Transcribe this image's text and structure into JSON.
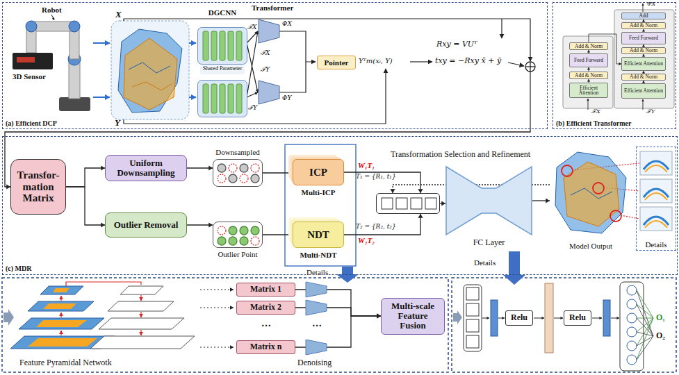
{
  "diagram": {
    "nodes": [
      {
        "text": [
          "(a) Efficient DCP"
        ]
      },
      {
        "text": [
          "DGCNN",
          "Shared Parameter"
        ],
        "in": 0
      },
      {
        "text": [
          "Pointer"
        ],
        "in": 0
      },
      {
        "text": [
          "(b) Efficient Transformer"
        ]
      },
      {
        "text": [
          "Add & Norm"
        ],
        "in": 3
      },
      {
        "text": [
          "Feed Forward"
        ],
        "in": 3
      },
      {
        "text": [
          "Add & Norm"
        ],
        "in": 3
      },
      {
        "text": [
          "Efficient Attention"
        ],
        "in": 3
      },
      {
        "text": [
          "Add"
        ],
        "in": 3
      },
      {
        "text": [
          "Add & Norm"
        ],
        "in": 3
      },
      {
        "text": [
          "Feed Forward"
        ],
        "in": 3
      },
      {
        "text": [
          "Add & Norm"
        ],
        "in": 3
      },
      {
        "text": [
          "Efficient Attention"
        ],
        "in": 3
      },
      {
        "text": [
          "Add & Norm"
        ],
        "in": 3
      },
      {
        "text": [
          "Efficient Attention"
        ],
        "in": 3
      },
      {
        "text": [
          "(c) MDR"
        ]
      },
      {
        "text": [
          "Transfor- mation Matrix"
        ],
        "in": 15
      },
      {
        "text": [
          "Uniform Downsampling"
        ],
        "in": 15
      },
      {
        "text": [
          "Outlier Removal"
        ],
        "in": 15
      },
      {
        "text": [
          "Downsampled"
        ],
        "in": 15
      },
      {
        "text": [
          "Outlier Point"
        ],
        "in": 15
      },
      {
        "text": [
          "ICP",
          "Multi-ICP"
        ],
        "in": 15
      },
      {
        "text": [
          "NDT",
          "Multi-NDT"
        ],
        "in": 15
      },
      {
        "text": [
          "Transformation Selection and Refinement"
        ],
        "in": 15
      },
      {
        "text": [
          "FC Layer"
        ],
        "in": 15
      },
      {
        "text": [
          "Model Output"
        ],
        "in": 15
      },
      {
        "text": [
          "Details"
        ],
        "in": 15
      },
      {
        "text": [
          "Matrix 1"
        ]
      },
      {
        "text": [
          "Matrix 2"
        ]
      },
      {
        "text": [
          "Matrix n"
        ]
      },
      {
        "text": [
          "Multi-scale Feature Fusion"
        ]
      },
      {
        "text": [
          "Relu"
        ]
      },
      {
        "text": [
          "Relu"
        ]
      }
    ],
    "edges": [
      {
        "from": 0,
        "to": 16,
        "arrow": "to"
      },
      {
        "from": 16,
        "to": 17,
        "arrow": "to"
      },
      {
        "from": 16,
        "to": 18,
        "arrow": "to"
      },
      {
        "from": 17,
        "to": 19,
        "arrow": "to"
      },
      {
        "from": 18,
        "to": 20,
        "arrow": "to"
      },
      {
        "from": 19,
        "to": 21,
        "arrow": "to"
      },
      {
        "from": 20,
        "to": 22,
        "arrow": "to"
      },
      {
        "from": 21,
        "to": 23,
        "label": "W₁T₁",
        "arrow": "to"
      },
      {
        "from": 22,
        "to": 23,
        "label": "W₂T₂",
        "arrow": "to"
      },
      {
        "from": 23,
        "to": 24,
        "arrow": "to"
      },
      {
        "from": 24,
        "to": 25,
        "arrow": "to"
      },
      {
        "from": 25,
        "to": 23,
        "arrow": "to"
      },
      {
        "from": 7,
        "to": 6,
        "arrow": "to"
      },
      {
        "from": 6,
        "to": 5,
        "arrow": "to"
      },
      {
        "from": 5,
        "to": 4,
        "arrow": "to"
      },
      {
        "from": 4,
        "to": 12,
        "arrow": "to"
      },
      {
        "from": 14,
        "to": 13,
        "arrow": "to"
      },
      {
        "from": 13,
        "to": 12,
        "arrow": "to"
      },
      {
        "from": 12,
        "to": 11,
        "arrow": "to"
      },
      {
        "from": 11,
        "to": 10,
        "arrow": "to"
      },
      {
        "from": 10,
        "to": 9,
        "arrow": "to"
      },
      {
        "from": 9,
        "to": 8,
        "arrow": "to"
      },
      {
        "from": 27,
        "to": 30,
        "arrow": "to"
      },
      {
        "from": 28,
        "to": 30,
        "arrow": "to"
      },
      {
        "from": 29,
        "to": 30,
        "arrow": "to"
      }
    ],
    "labels": [
      "Robot",
      "3D Sensor",
      "X",
      "Y",
      "Transformer",
      "ℱX",
      "ℱX",
      "ℱY",
      "ℱY",
      "ΦX",
      "ΦY",
      "Yᵀm(xᵢ, Y)",
      "Rxy = VUᵀ",
      "txy = −Rxy x̄ + ȳ",
      "ΦX",
      "ℱX",
      "ℱY",
      "T₁ = {R₁, t₁}",
      "T₂ = {R₂, t₂}",
      "Details",
      "Details",
      "Feature Pyramidal Netwotk",
      "…",
      "…",
      "Denoising",
      "O₁",
      "O₂"
    ]
  }
}
